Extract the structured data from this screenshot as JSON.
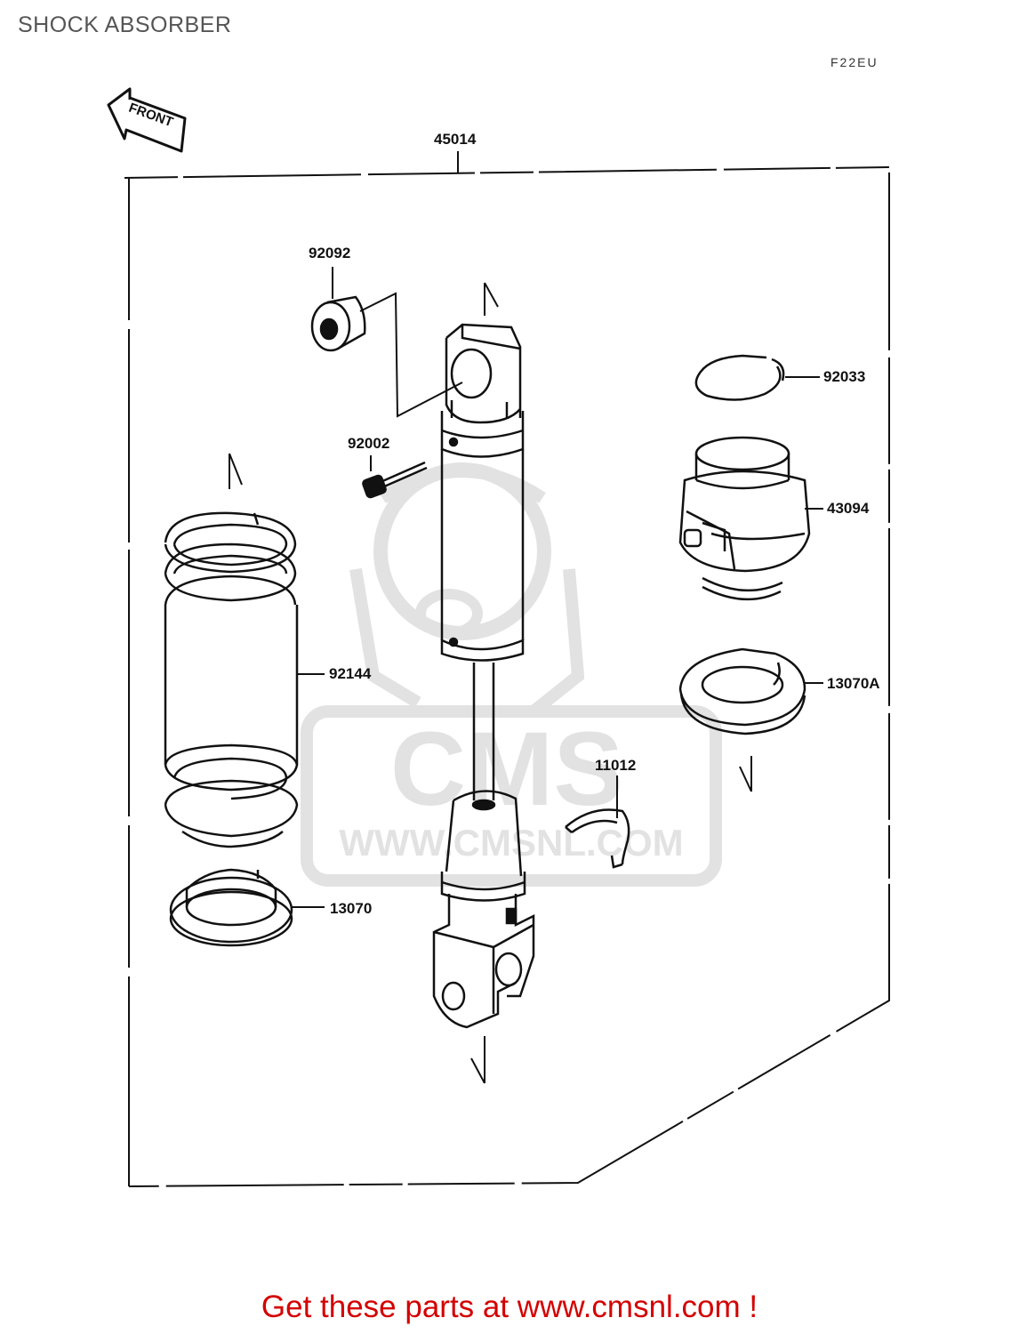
{
  "page": {
    "title": "SHOCK ABSORBER",
    "diagram_ref": "F22EU"
  },
  "front_arrow": {
    "label": "FRONT"
  },
  "watermark": {
    "brand": "CMS",
    "url": "WWW.CMSNL.COM"
  },
  "parts": {
    "assembly": "45014",
    "collar": "92092",
    "bolt": "92002",
    "spring": "92144",
    "spring_seat": "13070",
    "circlip": "92033",
    "adjuster": "43094",
    "seat_upper": "13070A",
    "clip": "11012"
  },
  "footer": {
    "link_text": "Get these parts at www.cmsnl.com !"
  },
  "colors": {
    "line": "#111111",
    "watermark": "#e2e2e2",
    "footer": "#d40000",
    "title": "#555555"
  }
}
